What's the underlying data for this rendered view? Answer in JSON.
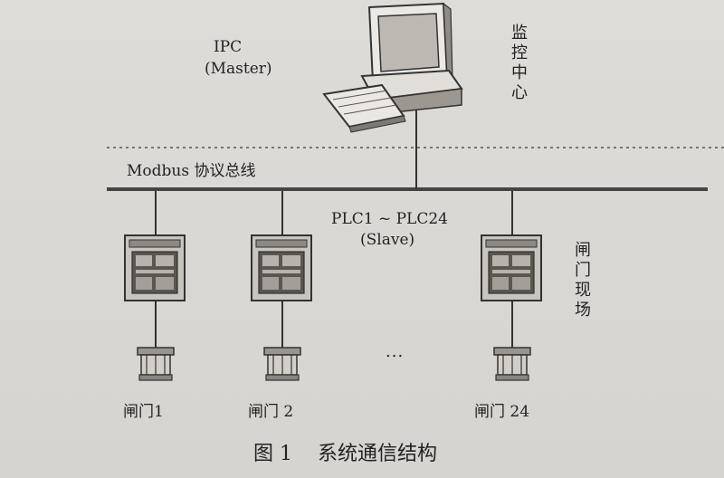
{
  "ipc": {
    "title": "IPC",
    "role": "(Master)"
  },
  "monitor_center": "监控中心",
  "bus_label": "Modbus 协议总线",
  "plc": {
    "range": "PLC1 ~ PLC24",
    "role": "(Slave)"
  },
  "gate_field": "闸门现场",
  "ellipsis": "...",
  "gates": [
    {
      "label": "闸门1"
    },
    {
      "label": "闸门 2"
    },
    {
      "label": "闸门 24"
    }
  ],
  "caption": {
    "figure": "图 1",
    "title": "系统通信结构"
  }
}
